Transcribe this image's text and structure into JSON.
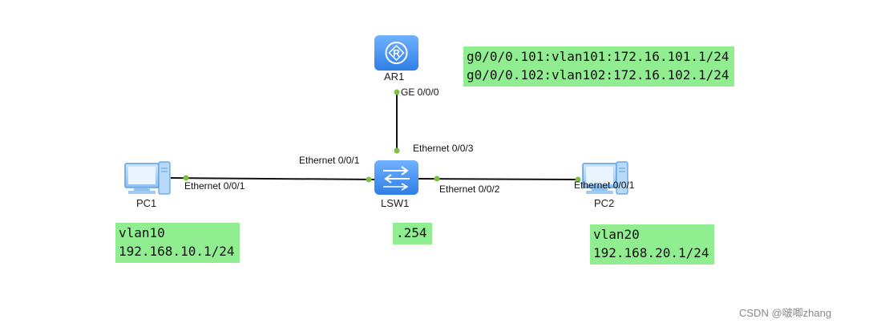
{
  "devices": {
    "router": {
      "label": "AR1"
    },
    "switch": {
      "label": "LSW1"
    },
    "pc1": {
      "label": "PC1"
    },
    "pc2": {
      "label": "PC2"
    }
  },
  "ports": {
    "ar1_ge": "GE 0/0/0",
    "lsw1_e3": "Ethernet 0/0/3",
    "lsw1_e1": "Ethernet 0/0/1",
    "lsw1_e2": "Ethernet 0/0/2",
    "pc1_e1": "Ethernet 0/0/1",
    "pc2_e1": "Ethernet 0/0/1"
  },
  "notes": {
    "router": {
      "line1": "g0/0/0.101:vlan101:172.16.101.1/24",
      "line2": "g0/0/0.102:vlan102:172.16.102.1/24"
    },
    "pc1": {
      "line1": "vlan10",
      "line2": "192.168.10.1/24"
    },
    "switch": {
      "line1": ".254"
    },
    "pc2": {
      "line1": "vlan20",
      "line2": "192.168.20.1/24"
    }
  },
  "colors": {
    "note_bg": "#90ee90",
    "device_blue": "#3b8ff0",
    "port_dot": "#7cc242",
    "link": "#111111"
  },
  "icons": {
    "router": "router-icon",
    "switch": "switch-icon",
    "pc": "pc-icon"
  },
  "watermark": "CSDN @啵唧zhang"
}
